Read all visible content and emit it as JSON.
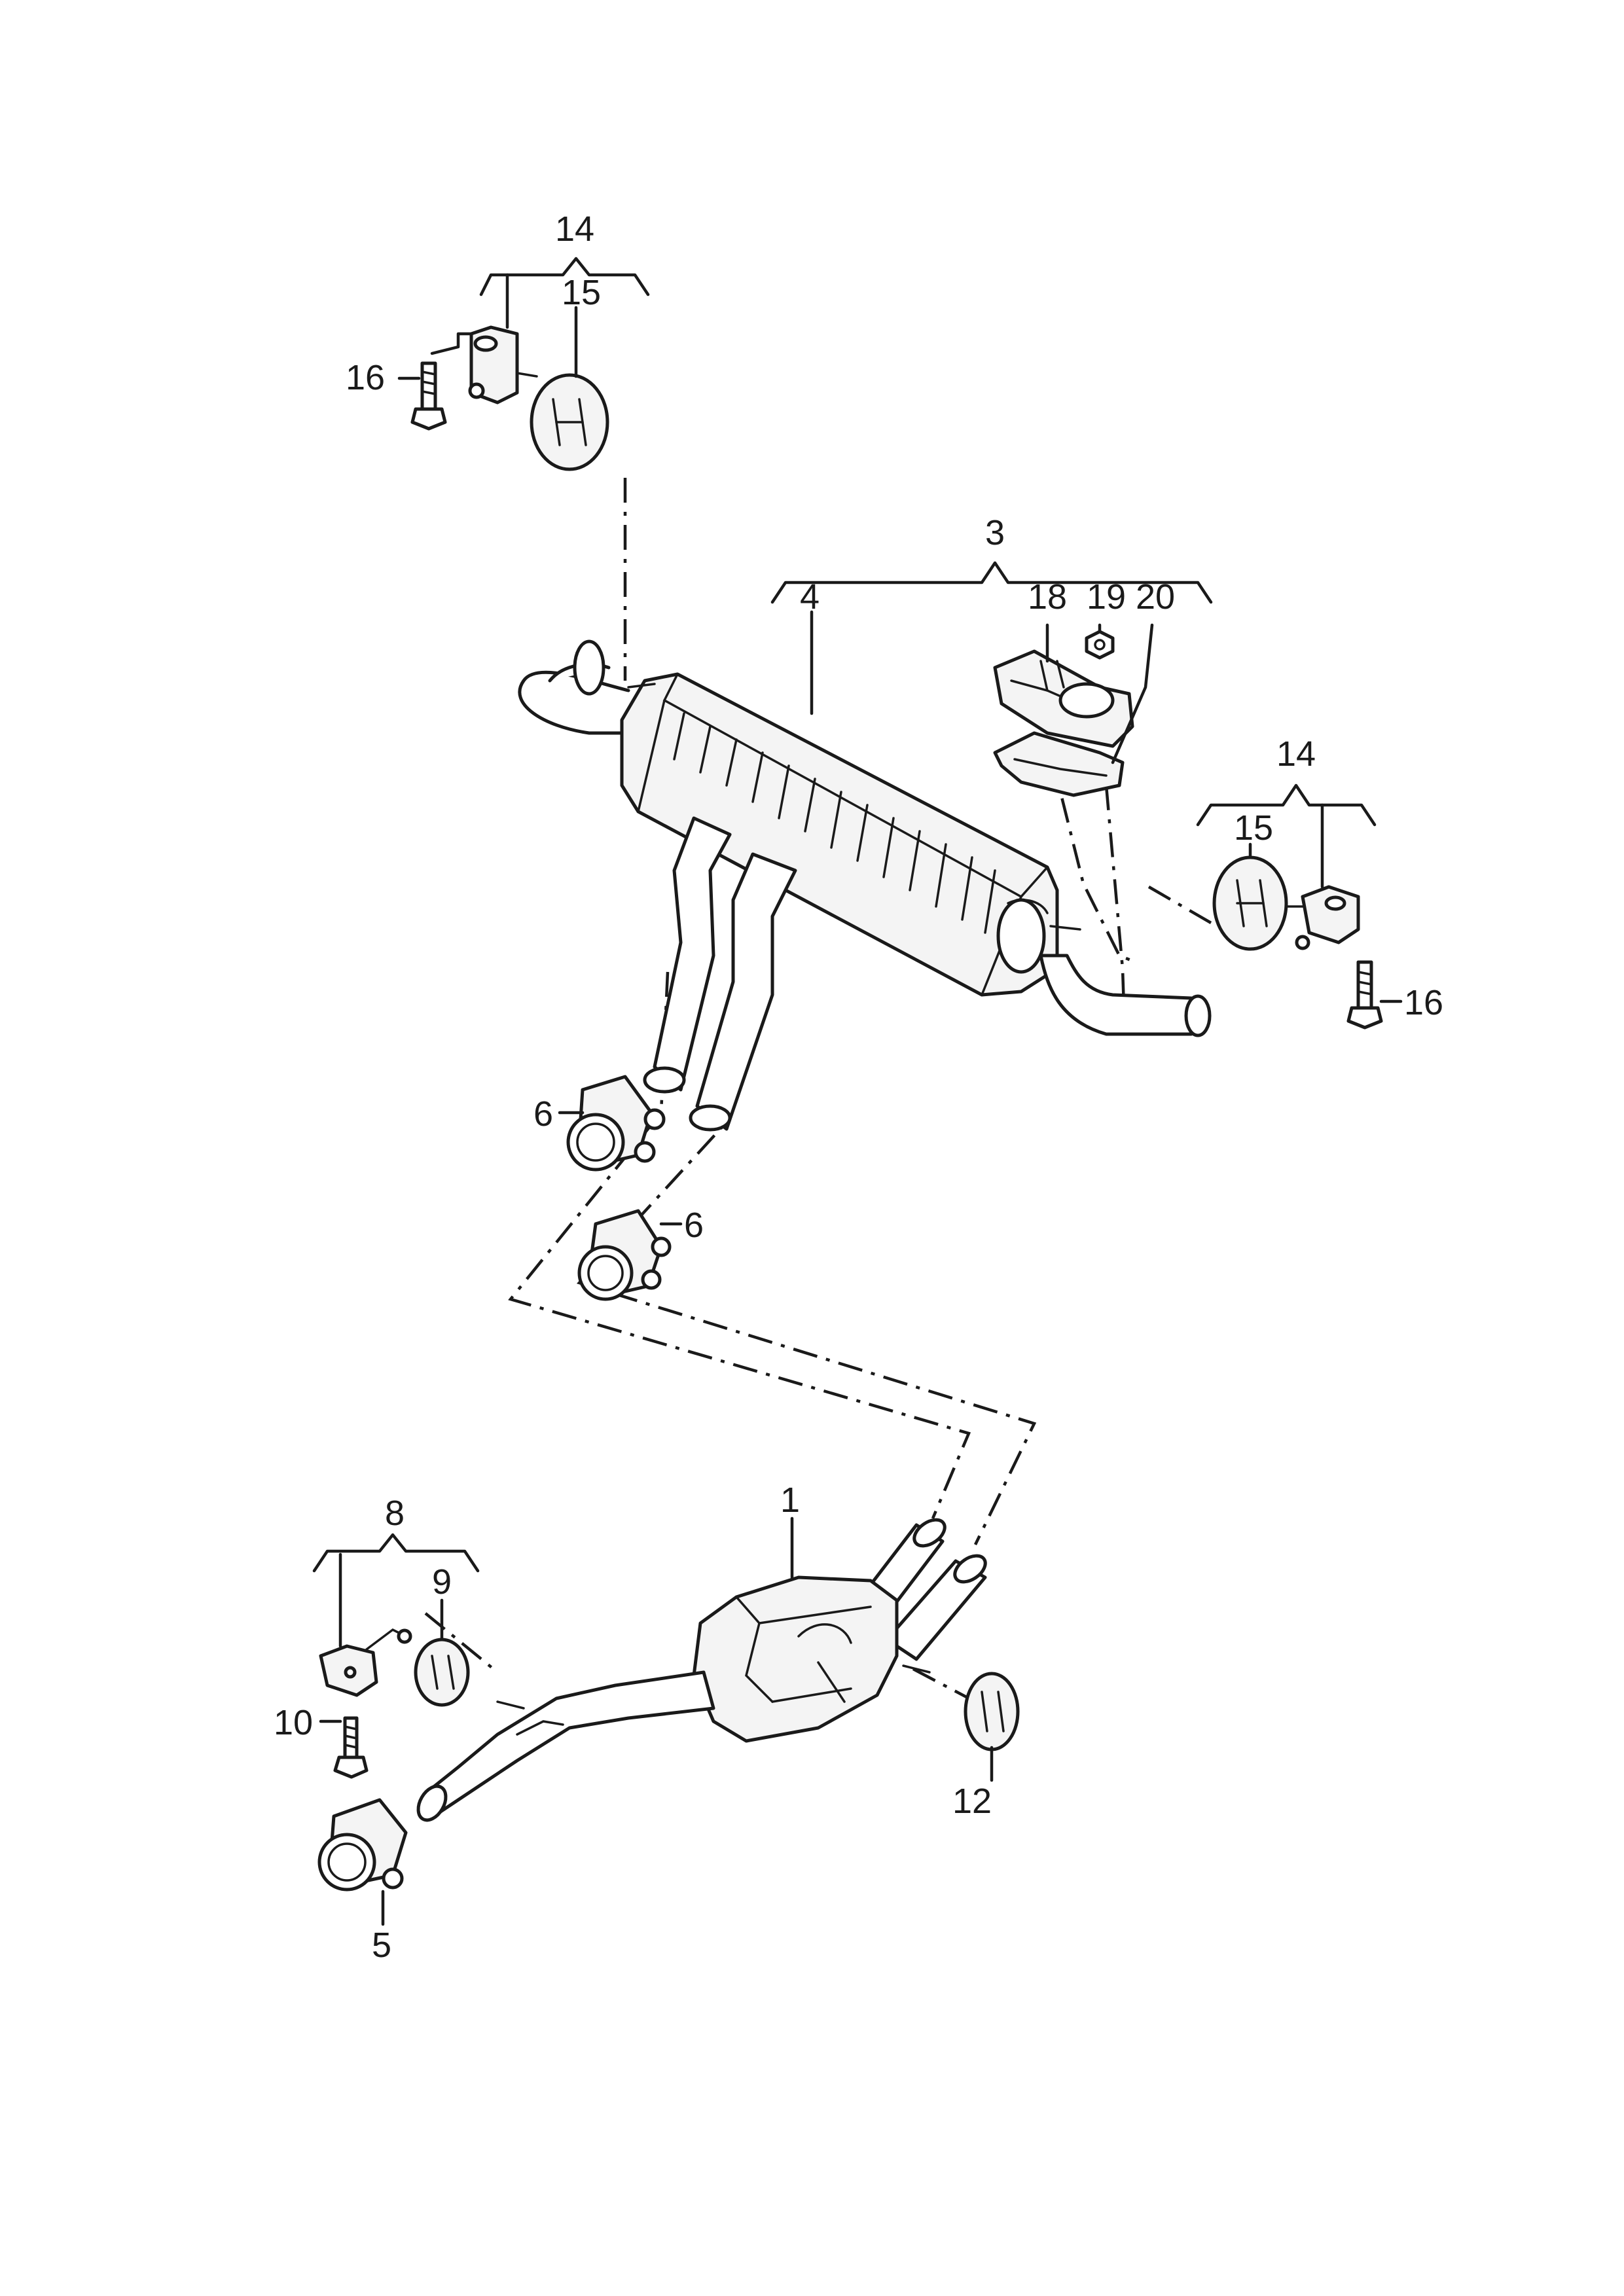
{
  "callouts": {
    "c1": "1",
    "c3": "3",
    "c4": "4",
    "c5": "5",
    "c6a": "6",
    "c6b": "6",
    "c8": "8",
    "c9": "9",
    "c10": "10",
    "c12": "12",
    "c14a": "14",
    "c15a": "15",
    "c16a": "16",
    "c14b": "14",
    "c15b": "15",
    "c16b": "16",
    "c18": "18",
    "c19": "19",
    "c20": "20"
  }
}
